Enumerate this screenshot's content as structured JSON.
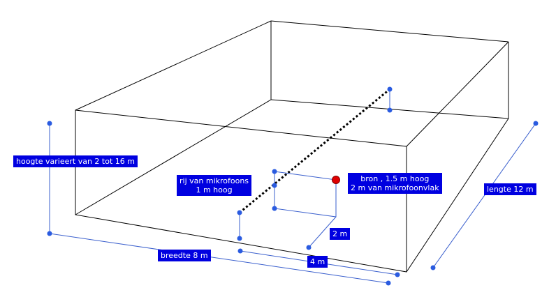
{
  "labels": {
    "hoogte": "hoogte varieert van 2 tot 16 m",
    "mikrofoons": "rij van mikrofoons\n1 m hoog",
    "bron": "bron , 1.5 m hoog\n2 m van mikrofoonvlak",
    "lengte": "lengte 12 m",
    "twee_m": "2 m",
    "breedte": "breedte 8 m",
    "vier_m": "4 m"
  },
  "colors": {
    "room_lines": "#000000",
    "dimension_lines": "#3a5fcd",
    "handle": "#2a5be0",
    "label_bg": "#0000e0",
    "label_text": "#ffffff",
    "source": "#e00000"
  }
}
